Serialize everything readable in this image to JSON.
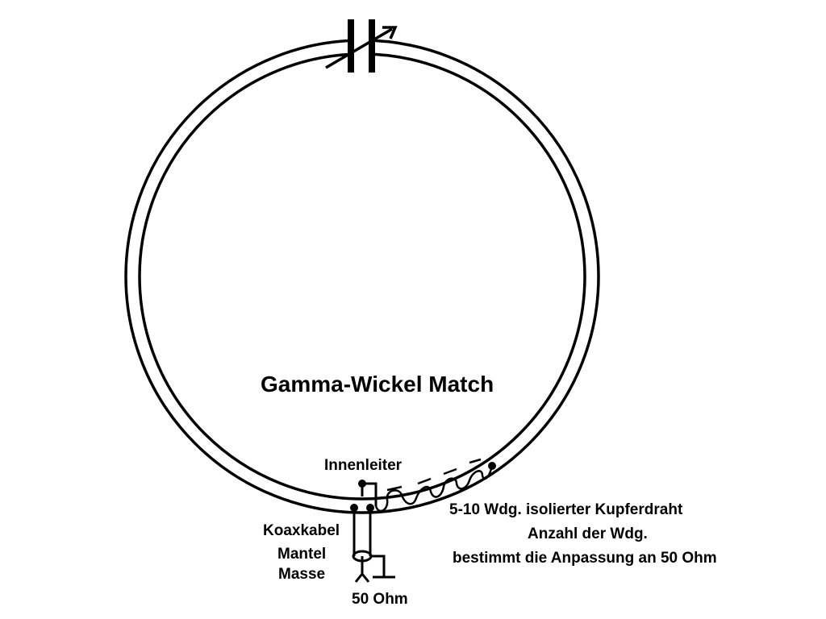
{
  "diagram": {
    "title": "Gamma-Wickel Match",
    "labels": {
      "innenleiter": "Innenleiter",
      "koaxkabel": "Koaxkabel",
      "mantel": "Mantel",
      "masse": "Masse",
      "ohm50": "50 Ohm",
      "wdg_line1": "5-10 Wdg. isolierter Kupferdraht",
      "wdg_line2": "Anzahl der Wdg.",
      "wdg_line3": "bestimmt die Anpassung an 50 Ohm"
    }
  }
}
